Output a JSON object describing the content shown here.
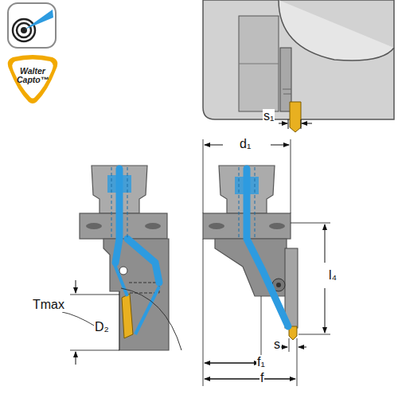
{
  "diagram": {
    "nodes": [
      {
        "text": [
          "Walter Capto™"
        ]
      }
    ],
    "labels": [
      "s₁",
      "d₁",
      "l₄",
      "Tmax",
      "D₂",
      "s",
      "f₁",
      "f"
    ]
  }
}
